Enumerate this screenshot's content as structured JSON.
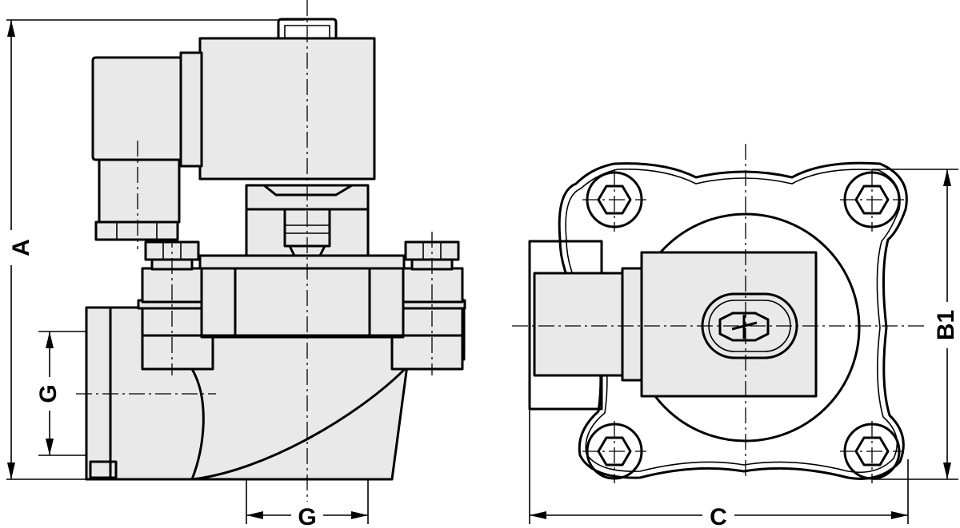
{
  "dimensions": {
    "A": "A",
    "G_vertical": "G",
    "G_horizontal": "G",
    "C": "C",
    "B1": "B1"
  },
  "colors": {
    "line": "#000000",
    "body_fill": "#e9e9e9",
    "background": "#ffffff"
  }
}
